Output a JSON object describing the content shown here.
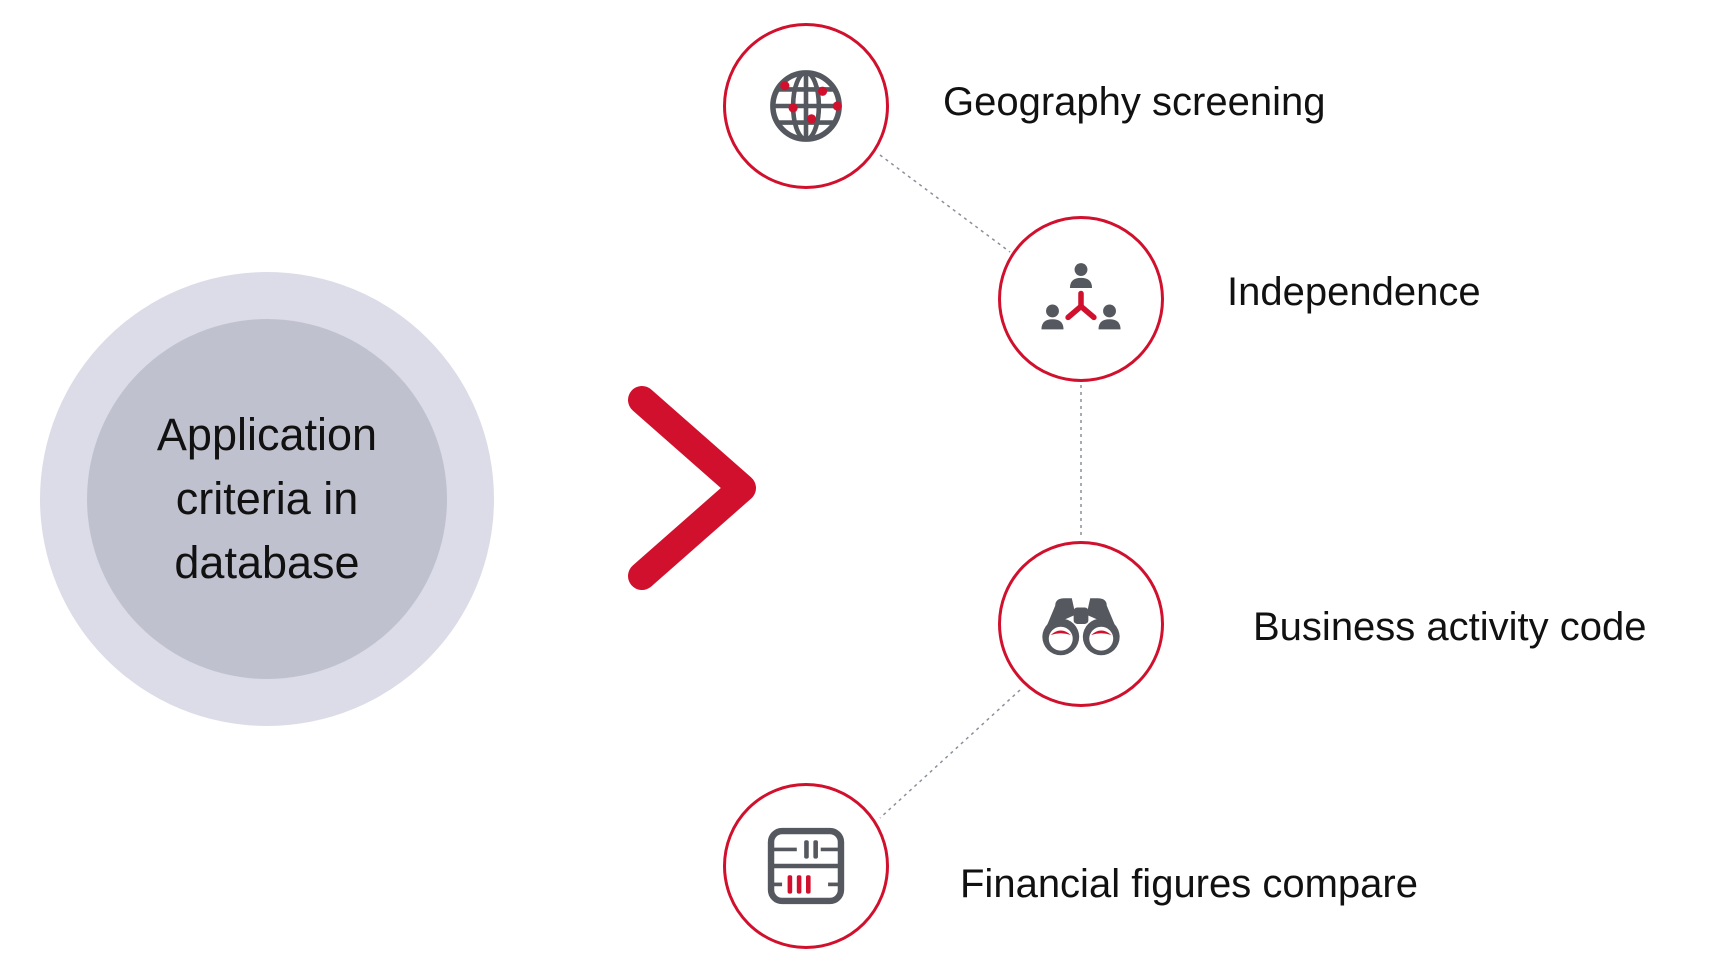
{
  "center": {
    "label": "Application criteria in database"
  },
  "items": [
    {
      "label": "Geography screening",
      "icon": "globe-icon"
    },
    {
      "label": "Independence",
      "icon": "people-network-icon"
    },
    {
      "label": "Business activity code",
      "icon": "binoculars-icon"
    },
    {
      "label": "Financial figures compare",
      "icon": "abacus-icon"
    }
  ],
  "colors": {
    "accent": "#d0102c",
    "icon_gray": "#55595f",
    "outer_circle": "#dcdce8",
    "inner_circle": "#c0c1cf",
    "connector": "#8a8f99"
  }
}
